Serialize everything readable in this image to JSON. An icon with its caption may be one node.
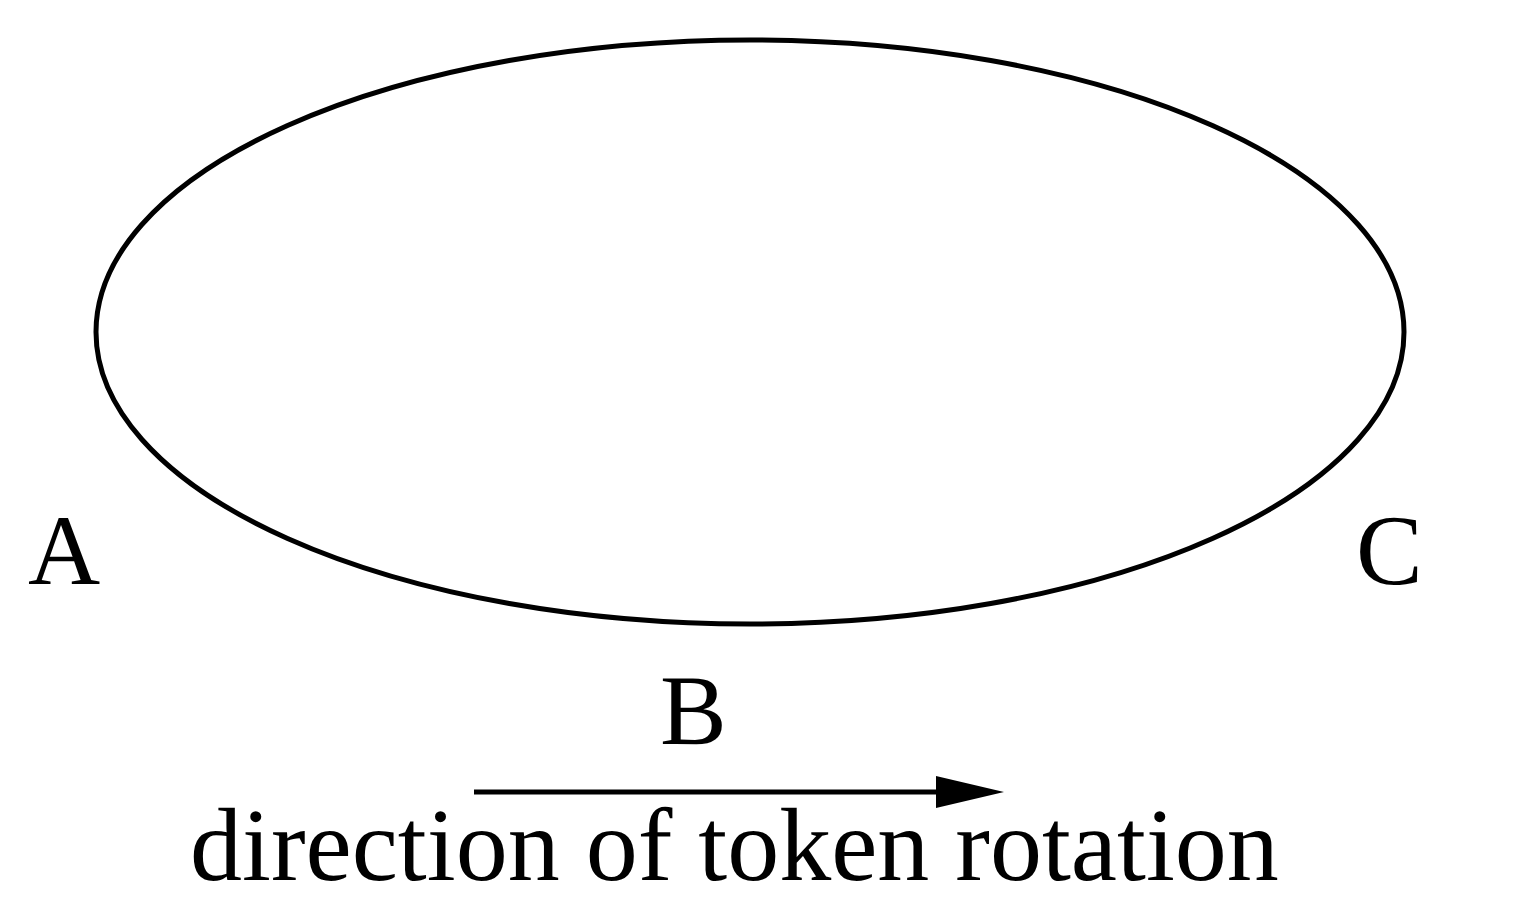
{
  "diagram": {
    "nodes": [
      {
        "text": [],
        "shape": "ellipse"
      }
    ],
    "labels": [
      "A",
      "C",
      "B",
      "direction of token rotation"
    ]
  }
}
